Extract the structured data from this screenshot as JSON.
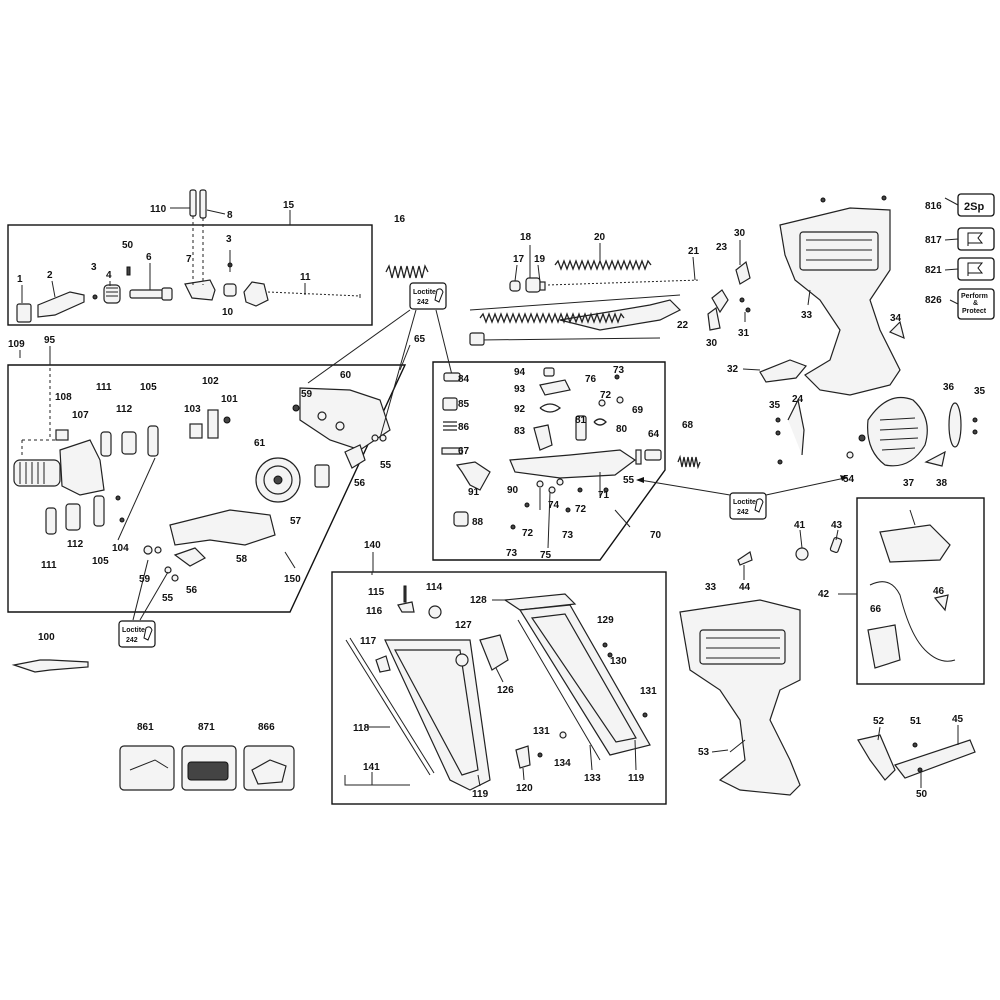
{
  "labels": {
    "p1": "1",
    "p2": "2",
    "p3a": "3",
    "p3b": "3",
    "p4": "4",
    "p6": "6",
    "p7": "7",
    "p8": "8",
    "p10": "10",
    "p11": "11",
    "p15": "15",
    "p16": "16",
    "p17": "17",
    "p18": "18",
    "p19": "19",
    "p20": "20",
    "p21": "21",
    "p22": "22",
    "p23": "23",
    "p24": "24",
    "p30a": "30",
    "p30b": "30",
    "p31": "31",
    "p32": "32",
    "p33a": "33",
    "p33b": "33",
    "p34": "34",
    "p35a": "35",
    "p35b": "35",
    "p36": "36",
    "p37": "37",
    "p38": "38",
    "p41": "41",
    "p42": "42",
    "p43": "43",
    "p44": "44",
    "p45": "45",
    "p46": "46",
    "p50a": "50",
    "p50b": "50",
    "p51": "51",
    "p52": "52",
    "p53": "53",
    "p54": "54",
    "p55a": "55",
    "p55b": "55",
    "p55c": "55",
    "p56a": "56",
    "p56b": "56",
    "p57": "57",
    "p58": "58",
    "p59a": "59",
    "p59b": "59",
    "p60": "60",
    "p61": "61",
    "p64": "64",
    "p65": "65",
    "p66": "66",
    "p67": "67",
    "p68": "68",
    "p69": "69",
    "p70": "70",
    "p71": "71",
    "p72a": "72",
    "p72b": "72",
    "p72c": "72",
    "p73a": "73",
    "p73b": "73",
    "p73c": "73",
    "p74": "74",
    "p75": "75",
    "p76": "76",
    "p80": "80",
    "p81": "81",
    "p83": "83",
    "p84": "84",
    "p85": "85",
    "p86": "86",
    "p88": "88",
    "p90": "90",
    "p91": "91",
    "p92": "92",
    "p93": "93",
    "p94": "94",
    "p95": "95",
    "p100": "100",
    "p101": "101",
    "p102": "102",
    "p103": "103",
    "p104": "104",
    "p105a": "105",
    "p105b": "105",
    "p107": "107",
    "p108": "108",
    "p109": "109",
    "p110": "110",
    "p111a": "111",
    "p111b": "111",
    "p112a": "112",
    "p112b": "112",
    "p114": "114",
    "p115": "115",
    "p116": "116",
    "p117": "117",
    "p118": "118",
    "p119a": "119",
    "p119b": "119",
    "p120": "120",
    "p126": "126",
    "p127": "127",
    "p128": "128",
    "p129": "129",
    "p130": "130",
    "p131a": "131",
    "p131b": "131",
    "p133": "133",
    "p134": "134",
    "p140": "140",
    "p141": "141",
    "p150": "150",
    "p816": "816",
    "p817": "817",
    "p821": "821",
    "p826": "826",
    "p861": "861",
    "p866": "866",
    "p871": "871"
  },
  "badges": {
    "spare_parts": "2Sp",
    "perform_protect_line1": "Perform",
    "perform_protect_line2": "&",
    "perform_protect_line3": "Protect"
  },
  "loctite": {
    "name": "Loctite",
    "number": "242"
  }
}
